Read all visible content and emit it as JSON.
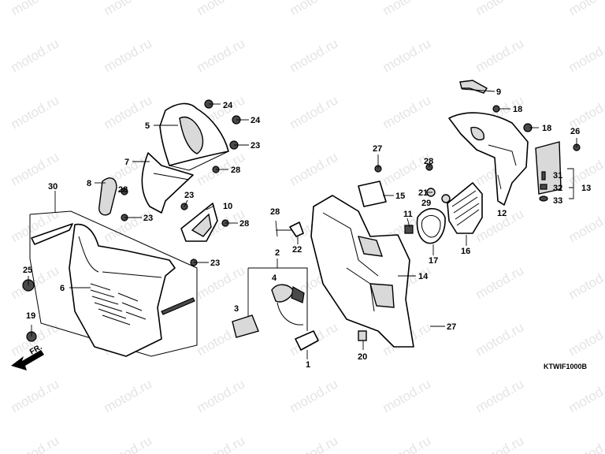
{
  "watermark": "motod.ru",
  "diagram_code": "KTWIF1000B",
  "front_label": "FR.",
  "callouts": {
    "c1": "1",
    "c2": "2",
    "c3": "3",
    "c4": "4",
    "c5": "5",
    "c6": "6",
    "c7": "7",
    "c8": "8",
    "c9": "9",
    "c10": "10",
    "c11": "11",
    "c12": "12",
    "c13": "13",
    "c14": "14",
    "c15": "15",
    "c16": "16",
    "c17": "17",
    "c18": "18",
    "c19": "19",
    "c20": "20",
    "c21": "21",
    "c22": "22",
    "c23": "23",
    "c24": "24",
    "c25": "25",
    "c26": "26",
    "c27": "27",
    "c28": "28",
    "c29": "29",
    "c30": "30",
    "c31": "31",
    "c32": "32",
    "c33": "33"
  }
}
